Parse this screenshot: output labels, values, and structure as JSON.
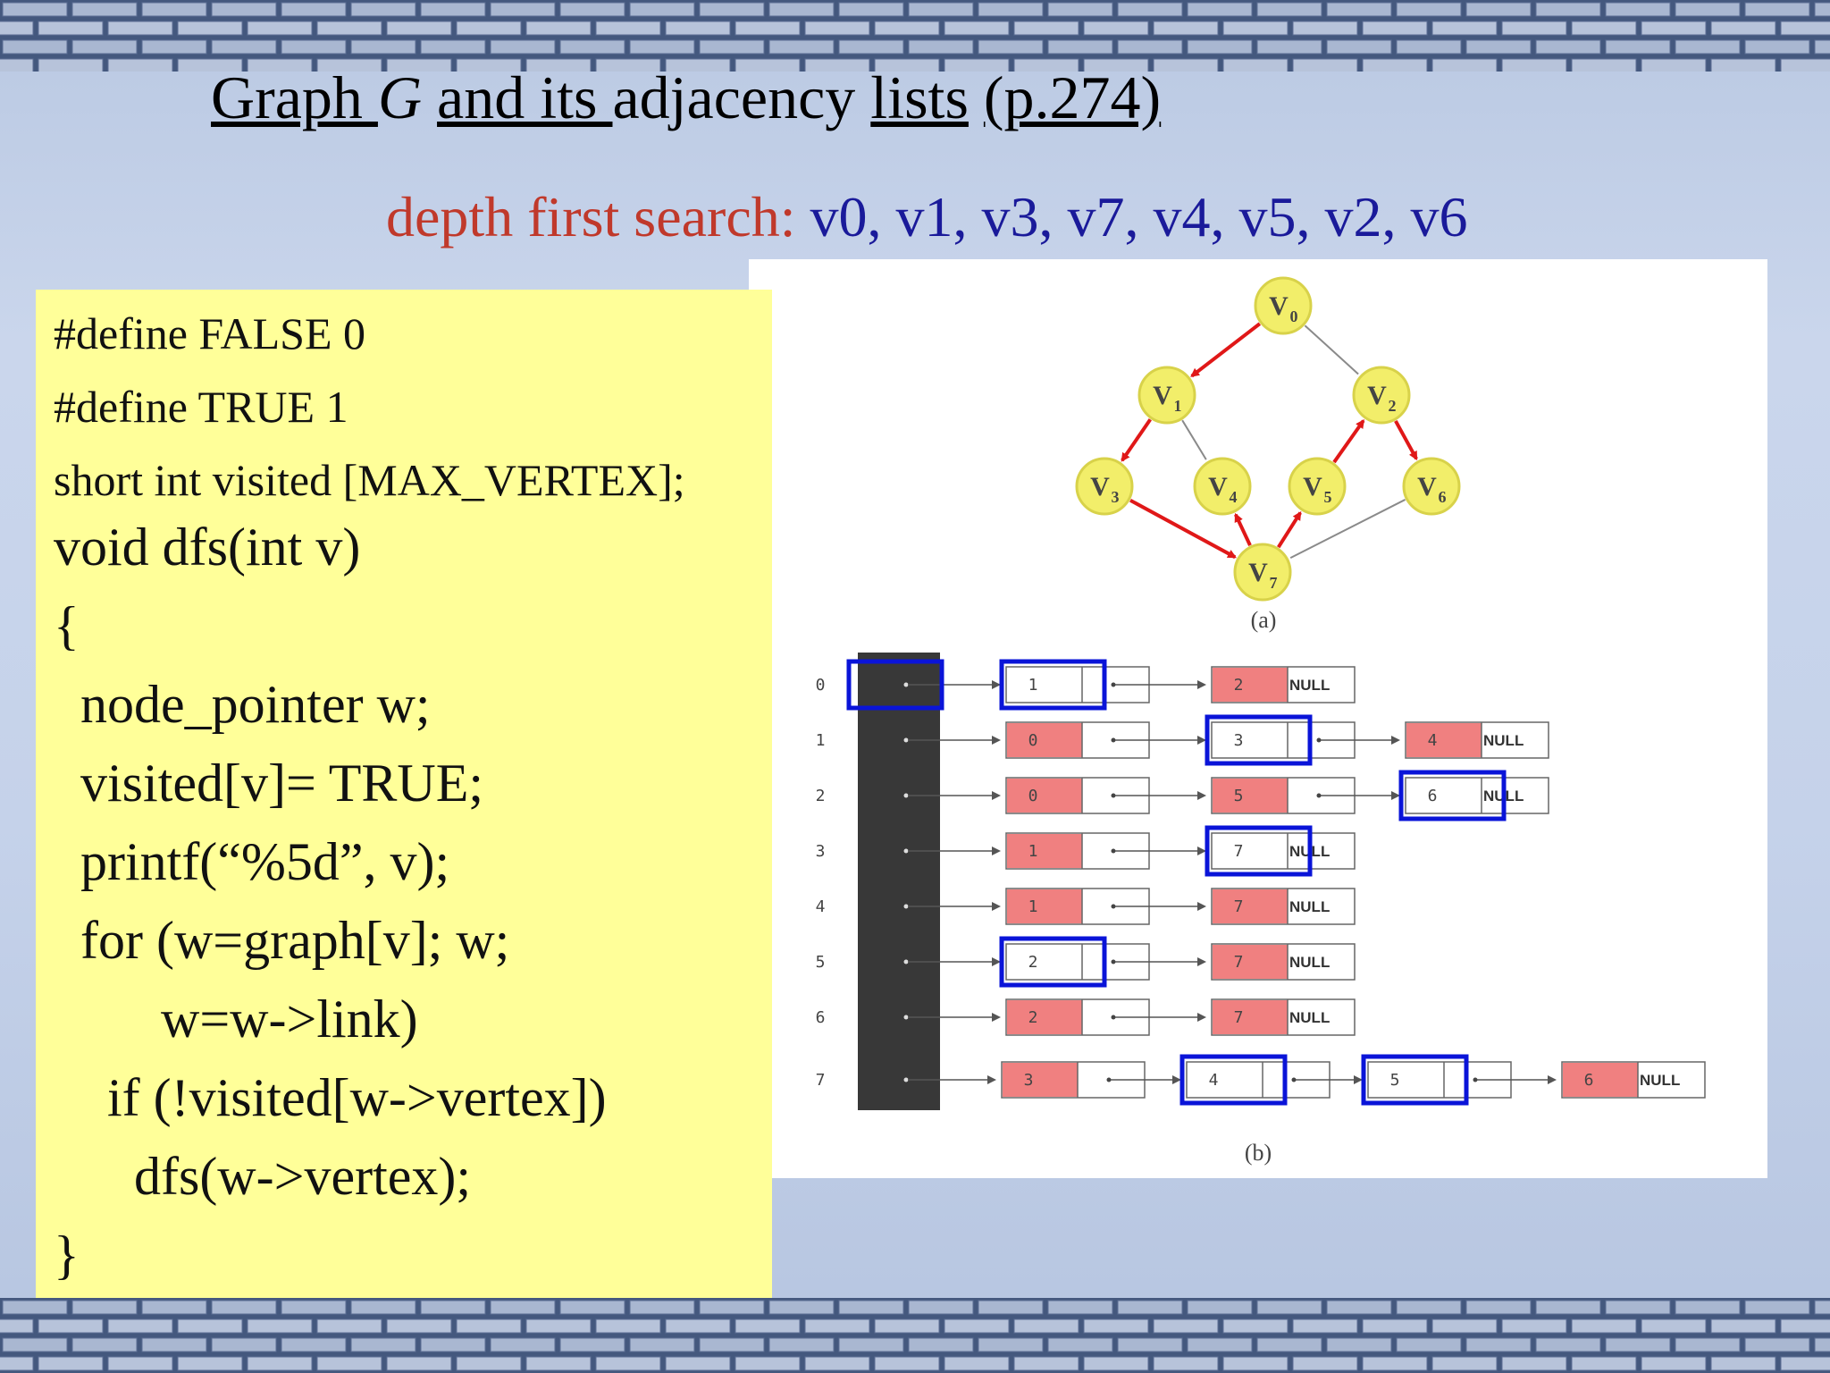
{
  "title": {
    "graph": "Graph ",
    "g": "G",
    "space": " ",
    "and_its": "and its ",
    "adjacency": "adjacency ",
    "lists": "lists",
    "page_ref": "(p.274)"
  },
  "dfs": {
    "label": "depth first search: ",
    "sequence": "v0, v1, v3, v7, v4, v5, v2, v6"
  },
  "code_lines": [
    "#define FALSE 0",
    "#define TRUE 1",
    "short int visited [MAX_VERTEX];",
    "void dfs(int v)",
    "{",
    "  node_pointer w;",
    "  visited[v]= TRUE;",
    "  printf(“%5d”, v);",
    "  for (w=graph[v]; w;",
    "        w=w->link)",
    "    if (!visited[w->vertex])",
    "      dfs(w->vertex);",
    "}"
  ],
  "graph": {
    "caption": "(a)",
    "nodes": [
      {
        "id": "V0",
        "letter": "V",
        "sub": "0"
      },
      {
        "id": "V1",
        "letter": "V",
        "sub": "1"
      },
      {
        "id": "V2",
        "letter": "V",
        "sub": "2"
      },
      {
        "id": "V3",
        "letter": "V",
        "sub": "3"
      },
      {
        "id": "V4",
        "letter": "V",
        "sub": "4"
      },
      {
        "id": "V5",
        "letter": "V",
        "sub": "5"
      },
      {
        "id": "V6",
        "letter": "V",
        "sub": "6"
      },
      {
        "id": "V7",
        "letter": "V",
        "sub": "7"
      }
    ],
    "edges": [
      {
        "from": "V0",
        "to": "V1",
        "traversed": true
      },
      {
        "from": "V0",
        "to": "V2",
        "traversed": false
      },
      {
        "from": "V1",
        "to": "V3",
        "traversed": true
      },
      {
        "from": "V1",
        "to": "V4",
        "traversed": false
      },
      {
        "from": "V3",
        "to": "V7",
        "traversed": true
      },
      {
        "from": "V7",
        "to": "V4",
        "traversed": true
      },
      {
        "from": "V7",
        "to": "V5",
        "traversed": true
      },
      {
        "from": "V5",
        "to": "V2",
        "traversed": true
      },
      {
        "from": "V2",
        "to": "V6",
        "traversed": true
      },
      {
        "from": "V6",
        "to": "V7",
        "traversed": false
      }
    ]
  },
  "adjacency": {
    "caption": "(b)",
    "null_label": "NULL",
    "rows": [
      {
        "index": "0",
        "nodes": [
          {
            "v": "1",
            "hl": "blue"
          },
          {
            "v": "2",
            "hl": "red",
            "null": true
          }
        ]
      },
      {
        "index": "1",
        "nodes": [
          {
            "v": "0",
            "hl": "red"
          },
          {
            "v": "3",
            "hl": "blue"
          },
          {
            "v": "4",
            "hl": "red",
            "null": true
          }
        ]
      },
      {
        "index": "2",
        "nodes": [
          {
            "v": "0",
            "hl": "red"
          },
          {
            "v": "5",
            "hl": "red"
          },
          {
            "v": "6",
            "hl": "blue",
            "null": true
          }
        ]
      },
      {
        "index": "3",
        "nodes": [
          {
            "v": "1",
            "hl": "red"
          },
          {
            "v": "7",
            "hl": "blue",
            "null": true
          }
        ]
      },
      {
        "index": "4",
        "nodes": [
          {
            "v": "1",
            "hl": "red"
          },
          {
            "v": "7",
            "hl": "red",
            "null": true
          }
        ]
      },
      {
        "index": "5",
        "nodes": [
          {
            "v": "2",
            "hl": "blue"
          },
          {
            "v": "7",
            "hl": "red",
            "null": true
          }
        ]
      },
      {
        "index": "6",
        "nodes": [
          {
            "v": "2",
            "hl": "red"
          },
          {
            "v": "7",
            "hl": "red",
            "null": true
          }
        ]
      },
      {
        "index": "7",
        "nodes": [
          {
            "v": "3",
            "hl": "red"
          },
          {
            "v": "4",
            "hl": "blue"
          },
          {
            "v": "5",
            "hl": "blue"
          },
          {
            "v": "6",
            "hl": "red",
            "null": true
          }
        ]
      }
    ]
  },
  "colors": {
    "node_fill": "#f2ee6a",
    "node_stroke": "#d8d24a",
    "traversed_edge": "#e01818",
    "plain_edge": "#8a8a8a",
    "visited_cell": "#f08080",
    "current_box": "#0a14d8",
    "dfs_label": "#c0392b",
    "dfs_sequence": "#1a1a9a",
    "code_background": "#ffff99"
  }
}
